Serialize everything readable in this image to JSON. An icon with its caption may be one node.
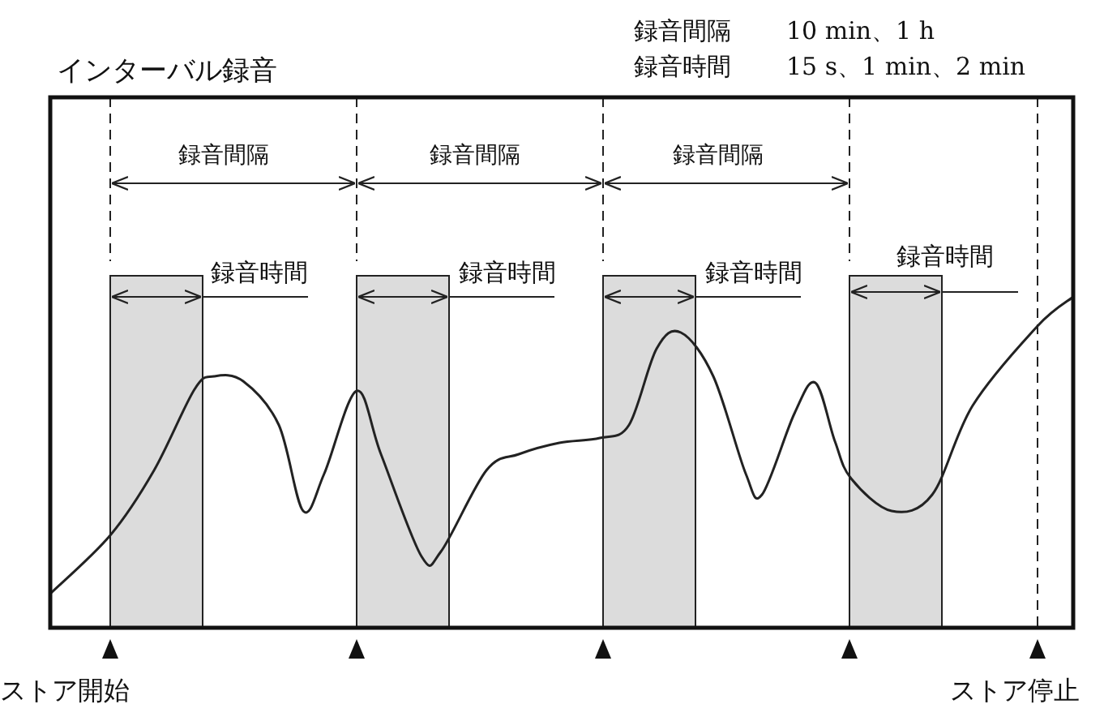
{
  "diagram": {
    "title": "インターバル録音",
    "nodes": [
      {
        "text": [],
        "shape": "bar",
        "beside": [
          "録音時間"
        ]
      },
      {
        "text": [],
        "shape": "bar",
        "beside": [
          "録音時間"
        ]
      },
      {
        "text": [],
        "shape": "bar",
        "beside": [
          "録音時間"
        ]
      },
      {
        "text": [],
        "shape": "bar",
        "beside": [
          "録音時間"
        ]
      }
    ],
    "labels": [
      "録音間隔",
      "10 min、1 h",
      "録音時間",
      "15 s、1 min、2 min",
      "録音間隔",
      "録音間隔",
      "録音間隔",
      "ストア開始",
      "ストア停止"
    ]
  }
}
